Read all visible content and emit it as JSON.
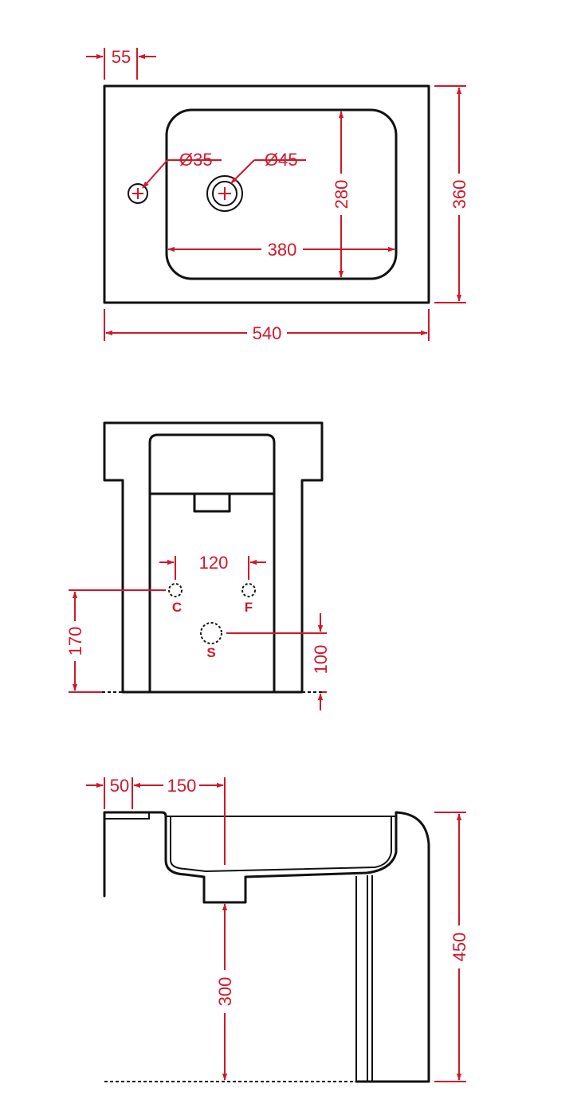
{
  "colors": {
    "dimension": "#d1182b",
    "outline": "#111111",
    "background": "#ffffff"
  },
  "top_view": {
    "dims": {
      "tap_offset": "55",
      "small_hole_dia": "Ø35",
      "drain_dia": "Ø45",
      "bowl_depth": "280",
      "bowl_width": "380",
      "overall_depth": "360",
      "overall_width": "540"
    }
  },
  "front_view": {
    "dims": {
      "connection_spacing": "120",
      "supply_height": "170",
      "waste_height": "100"
    },
    "labels": {
      "cold": "C",
      "hot_or_flush": "F",
      "waste": "S"
    }
  },
  "side_view": {
    "dims": {
      "wall_offset": "50",
      "drain_offset": "150",
      "drain_height": "300",
      "overall_height": "450"
    }
  }
}
